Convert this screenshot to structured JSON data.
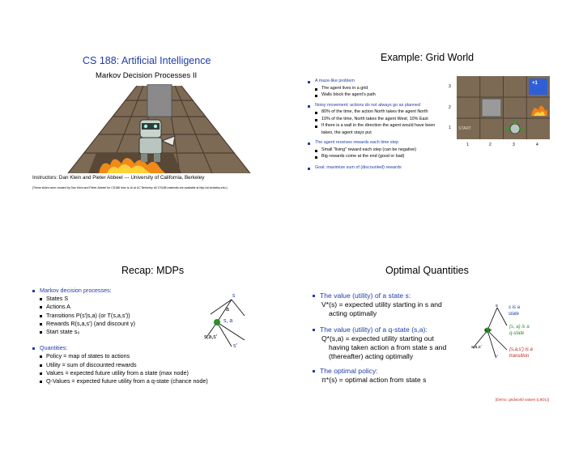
{
  "slide1": {
    "title": "CS 188: Artificial Intelligence",
    "subtitle": "Markov Decision Processes II",
    "instructors": "Instructors: Dan Klein and Pieter Abbeel --- University of California, Berkeley",
    "credits": "[These slides were created by Dan Klein and Pieter Abbeel for CS188 Intro to AI at UC Berkeley.  All CS188 materials are available at http://ai.berkeley.edu.]"
  },
  "slide2": {
    "title": "Example: Grid World",
    "bullets": [
      {
        "text": "A maze-like problem",
        "sub": [
          "The agent lives in a grid",
          "Walls block the agent's path"
        ]
      },
      {
        "text": "Noisy movement: actions do not always go as planned",
        "sub": [
          "80% of the time, the action North takes the agent North",
          "10% of the time, North takes the agent West; 10% East",
          "If there is a wall in the direction the agent would have been taken, the agent stays put"
        ]
      },
      {
        "text": "The agent receives rewards each time step",
        "sub": [
          "Small \"living\" reward each step (can be negative)",
          "Big rewards come at the end (good or bad)"
        ]
      },
      {
        "text": "Goal: maximize sum of (discounted) rewards",
        "sub": []
      }
    ],
    "grid": {
      "row_labels": [
        "3",
        "2",
        "1"
      ],
      "col_labels": [
        "1",
        "2",
        "3",
        "4"
      ],
      "plus_label": "+1",
      "start_label": "START"
    }
  },
  "slide3": {
    "title": "Recap: MDPs",
    "head1": "Markov decision processes:",
    "items1": [
      "States S",
      "Actions A",
      "Transitions P(s'|s,a) (or T(s,a,s'))",
      "Rewards R(s,a,s') (and discount γ)",
      "Start state s₀"
    ],
    "head2": "Quantities:",
    "items2": [
      "Policy = map of states to actions",
      "Utility = sum of discounted rewards",
      "Values = expected future utility from a state (max node)",
      "Q-Values = expected future utility from a q-state (chance node)"
    ],
    "tree": {
      "s": "s",
      "a": "a",
      "sa": "s, a",
      "sas": "s,a,s'",
      "sp": "s'"
    }
  },
  "slide4": {
    "title": "Optimal Quantities",
    "b1": "The value (utility) of a state s:",
    "b1_line1": "V*(s) = expected utility starting in s and",
    "b1_line2": "acting optimally",
    "b2": "The value (utility) of a q-state (s,a):",
    "b2_line1": "Q*(s,a) = expected utility starting out",
    "b2_line2": "having taken action a from state s and",
    "b2_line3": "(thereafter) acting optimally",
    "b3": "The optimal policy:",
    "b3_line1": "π*(s) = optimal action from state s",
    "tree": {
      "s": "s",
      "sa": "s, a",
      "sas": "s,a,s'",
      "sp": "s'"
    },
    "notes": {
      "state1": "s is a",
      "state2": "state",
      "qstate1": "(s, a) is a",
      "qstate2": "q-state",
      "trans1": "(s,a,s') is a",
      "trans2": "transition"
    },
    "demo": "[Demo:  gridworld values (L9D1)]"
  },
  "colors": {
    "blue": "#1f3da8",
    "red": "#c0261e",
    "green": "#2e8b2e"
  }
}
